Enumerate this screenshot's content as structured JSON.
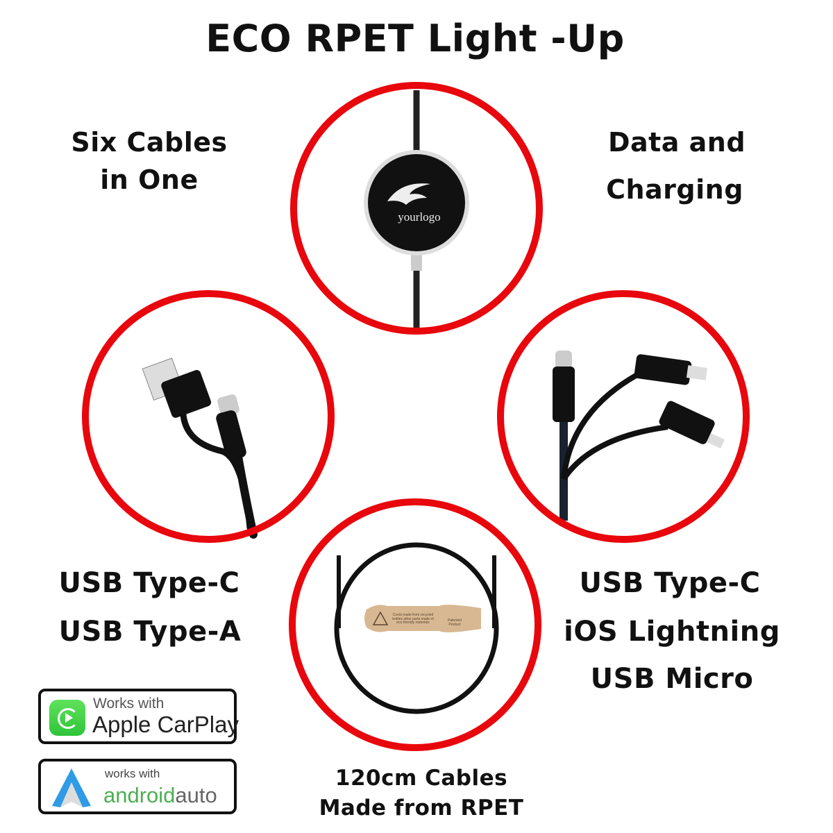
{
  "title": "ECO RPET Light -Up",
  "features": {
    "top_left": [
      "Six Cables",
      "in One"
    ],
    "top_right": [
      "Data and",
      "Charging"
    ],
    "bottom_left": [
      "USB Type-C",
      "USB Type-A"
    ],
    "bottom_right": [
      "USB Type-C",
      "iOS Lightning",
      "USB Micro"
    ],
    "bottom_center": [
      "120cm Cables",
      "Made from RPET"
    ]
  },
  "logo_text": "yourlogo",
  "tag": {
    "text": "Cords made from recycled bottles other parts made of eco-friendly materials",
    "patent": "Patented Product"
  },
  "badges": {
    "carplay": {
      "small": "Works with",
      "big": "Apple CarPlay"
    },
    "android": {
      "small": "works with",
      "big_green": "android",
      "big_gray": "auto"
    }
  },
  "colors": {
    "ring": "#e8070c",
    "carplay_green": "#2fc43a",
    "android_green": "#4caf50",
    "android_blue": "#2e9be6",
    "tag": "#d8b892"
  }
}
